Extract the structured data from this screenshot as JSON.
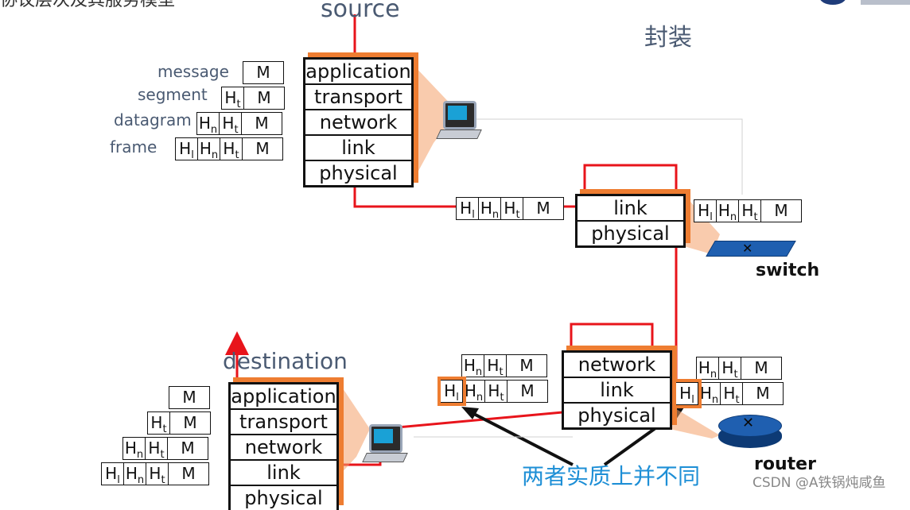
{
  "header_fragment": "协议层次及其服务模型",
  "labels": {
    "source": "source",
    "encapsulation": "封装",
    "destination": "destination",
    "switch": "switch",
    "router": "router",
    "note": "两者实质上并不同",
    "watermark": "CSDN @A铁锅炖咸鱼"
  },
  "pdu_names": [
    "message",
    "segment",
    "datagram",
    "frame"
  ],
  "headers": {
    "transport": "H",
    "transport_sub": "t",
    "network": "H",
    "network_sub": "n",
    "link": "H",
    "link_sub": "l",
    "message": "M"
  },
  "stacks": {
    "source": [
      "application",
      "transport",
      "network",
      "link",
      "physical"
    ],
    "switch": [
      "link",
      "physical"
    ],
    "router": [
      "network",
      "link",
      "physical"
    ],
    "destination": [
      "application",
      "transport",
      "network",
      "link",
      "physical"
    ]
  },
  "colors": {
    "path": "#e8141b",
    "accent": "#ee7d31",
    "label": "#4a5a72",
    "note": "#1e8fd6"
  }
}
